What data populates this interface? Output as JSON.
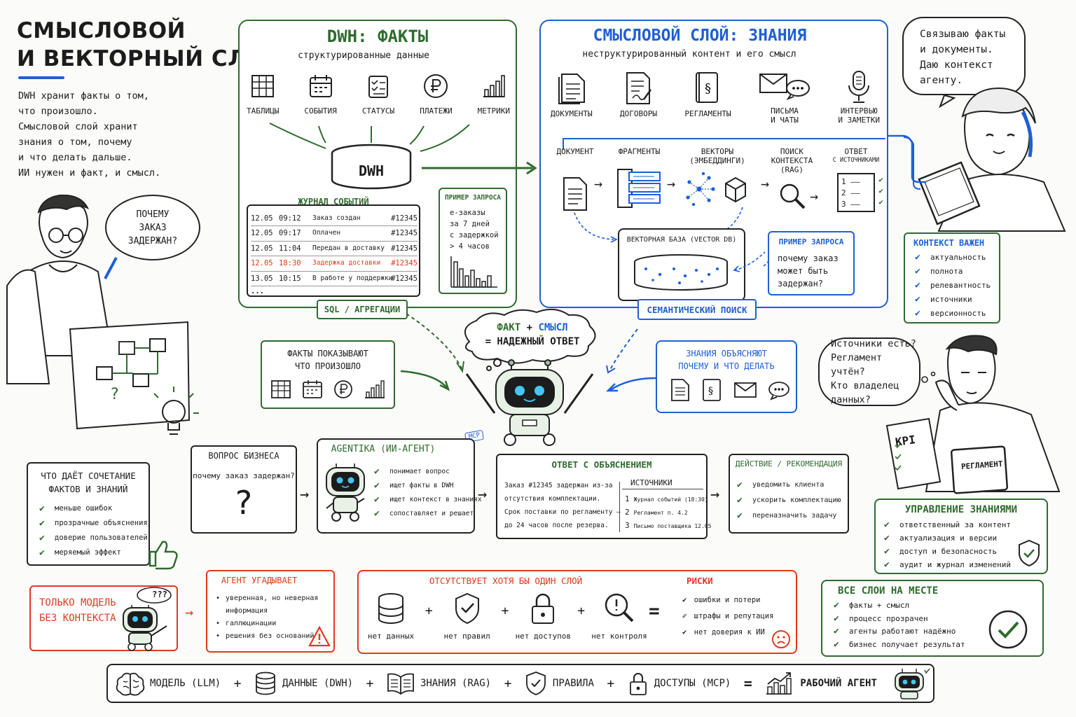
{
  "header": {
    "title": "СМЫСЛОВОЙ\nИ ВЕКТОРНЫЙ СЛОЙ",
    "intro": "DWH хранит факты о том,\nчто произошло.\nСмысловой слой хранит\nзнания о том, почему\nи что делать дальше.\nИИ нужен и факт, и смысл."
  },
  "dwh": {
    "title": "DWH: ФАКТЫ",
    "subtitle": "структурированные данные",
    "icons": [
      "ТАБЛИЦЫ",
      "СОБЫТИЯ",
      "СТАТУСЫ",
      "ПЛАТЕЖИ",
      "МЕТРИКИ"
    ],
    "db_label": "DWH",
    "journal_title": "ЖУРНАЛ СОБЫТИЙ",
    "journal": [
      {
        "date": "12.05",
        "time": "09:12",
        "event": "Заказ создан",
        "id": "#12345",
        "alert": false
      },
      {
        "date": "12.05",
        "time": "09:17",
        "event": "Оплачен",
        "id": "#12345",
        "alert": false
      },
      {
        "date": "12.05",
        "time": "11:04",
        "event": "Передан в доставку",
        "id": "#12345",
        "alert": false
      },
      {
        "date": "12.05",
        "time": "18:30",
        "event": "Задержка доставки",
        "id": "#12345",
        "alert": true
      },
      {
        "date": "13.05",
        "time": "10:15",
        "event": "В работе у поддержки",
        "id": "#12345",
        "alert": false
      }
    ],
    "journal_more": "...",
    "query_title": "ПРИМЕР ЗАПРОСА",
    "query_text": "е-заказы\nза 7 дней\nс задержкой\n> 4 часов",
    "badge": "SQL / АГРЕГАЦИИ"
  },
  "semantic": {
    "title": "СМЫСЛОВОЙ СЛОЙ: ЗНАНИЯ",
    "subtitle": "неструктурированный контент и его смысл",
    "icons": [
      "ДОКУМЕНТЫ",
      "ДОГОВОРЫ",
      "РЕГЛАМЕНТЫ",
      "ПИСЬМА\nИ ЧАТЫ",
      "ИНТЕРВЬЮ\nИ ЗАМЕТКИ"
    ],
    "pipeline": [
      "ДОКУМЕНТ",
      "ФРАГМЕНТЫ",
      "ВЕКТОРЫ\n(ЭМБЕДДИНГИ)",
      "ПОИСК\nКОНТЕКСТА\n(RAG)",
      "ОТВЕТ"
    ],
    "answer_sub": "С ИСТОЧНИКАМИ",
    "answer_list": [
      "1",
      "2",
      "3"
    ],
    "vdb_label": "ВЕКТОРНАЯ БАЗА (VECTOR DB)",
    "query_title": "ПРИМЕР ЗАПРОСА",
    "query_text": "почему заказ\nможет быть\nзадержан?",
    "badge": "СЕМАНТИЧЕСКИЙ ПОИСК"
  },
  "people": {
    "left_bubble": "ПОЧЕМУ\nЗАКАЗ\nЗАДЕРЖАН?",
    "left_board_mark": "?",
    "woman_bubble": "Связываю факты\nи документы.\nДаю контекст\nагенту.",
    "man_bubble": "Источники есть?\nРегламент учтён?\nКто владелец\nданных?",
    "kpi_label": "KPI",
    "reglament_label": "РЕГЛАМЕНТ"
  },
  "context": {
    "title": "КОНТЕКСТ ВАЖЕН",
    "items": [
      "актуальность",
      "полнота",
      "релевантность",
      "источники",
      "версионность"
    ]
  },
  "robot": {
    "bubble_fact": "ФАКТ",
    "bubble_plus": "+",
    "bubble_meaning": "СМЫСЛ",
    "bubble_line2": "= НАДЕЖНЫЙ ОТВЕТ",
    "mcp": "MCP"
  },
  "facts_panel": {
    "title": "ФАКТЫ ПОКАЗЫВАЮТ\nЧТО ПРОИЗОШЛО"
  },
  "knowledge_panel": {
    "title": "ЗНАНИЯ ОБЪЯСНЯЮТ\nПОЧЕМУ И ЧТО ДЕЛАТЬ"
  },
  "benefits": {
    "title": "ЧТО ДАЁТ СОЧЕТАНИЕ\nФАКТОВ И ЗНАНИЙ",
    "items": [
      "меньше ошибок",
      "прозрачные объяснения",
      "доверие пользователей",
      "меряемый эффект"
    ]
  },
  "flow": {
    "question_title": "ВОПРОС БИЗНЕСА",
    "question_text": "почему заказ задержан?",
    "agent_title": "AGENTIKA (ИИ-АГЕНТ)",
    "agent_items": [
      "понимает вопрос",
      "ищет факты в DWH",
      "ищет контекст в знаниях",
      "сопоставляет и решает"
    ],
    "answer_title": "ОТВЕТ С ОБЪЯСНЕНИЕМ",
    "answer_text": "Заказ #12345 задержан из-за\nотсутствия комплектации.\nСрок поставки по регламенту —\nдо 24 часов после резерва.",
    "sources_title": "ИСТОЧНИКИ",
    "sources": [
      {
        "n": "1",
        "text": "Журнал событий (18:30)"
      },
      {
        "n": "2",
        "text": "Регламент п. 4.2"
      },
      {
        "n": "3",
        "text": "Письмо поставщика 12.05"
      }
    ],
    "action_title": "ДЕЙСТВИЕ / РЕКОМЕНДАЦИЯ",
    "action_items": [
      "уведомить клиента",
      "ускорить комплектацию",
      "переназначить задачу"
    ]
  },
  "governance": {
    "title": "УПРАВЛЕНИЕ ЗНАНИЯМИ",
    "items": [
      "ответственный за контент",
      "актуализация и версии",
      "доступ и безопасность",
      "аудит и журнал изменений"
    ]
  },
  "bottom": {
    "model_only": "ТОЛЬКО МОДЕЛЬ\nБЕЗ КОНТЕКСТА",
    "robot_q": "???",
    "guess_title": "АГЕНТ УГАДЫВАЕТ",
    "guess_items": [
      "уверенная, но неверная\nинформация",
      "галлюцинации",
      "решения без оснований"
    ],
    "missing_title": "ОТСУТСТВУЕТ ХОТЯ БЫ ОДИН СЛОЙ",
    "missing_items": [
      "нет данных",
      "нет правил",
      "нет доступов",
      "нет контроля"
    ],
    "risks_title": "РИСКИ",
    "risks": [
      "ошибки и потери",
      "штрафы и репутация",
      "нет доверия к ИИ"
    ],
    "all_title": "ВСЕ СЛОИ НА МЕСТЕ",
    "all_items": [
      "факты + смысл",
      "процесс прозрачен",
      "агенты работают надёжно",
      "бизнес получает результат"
    ]
  },
  "formula": {
    "items": [
      "МОДЕЛЬ (LLM)",
      "ДАННЫЕ (DWH)",
      "ЗНАНИЯ (RAG)",
      "ПРАВИЛА",
      "ДОСТУПЫ (MCP)"
    ],
    "result": "РАБОЧИЙ АГЕНТ",
    "plus": "+",
    "equals": "="
  },
  "colors": {
    "green": "#2e6b2e",
    "blue": "#1f5fd6",
    "red": "#e0391e",
    "ink": "#1c1c1c"
  }
}
